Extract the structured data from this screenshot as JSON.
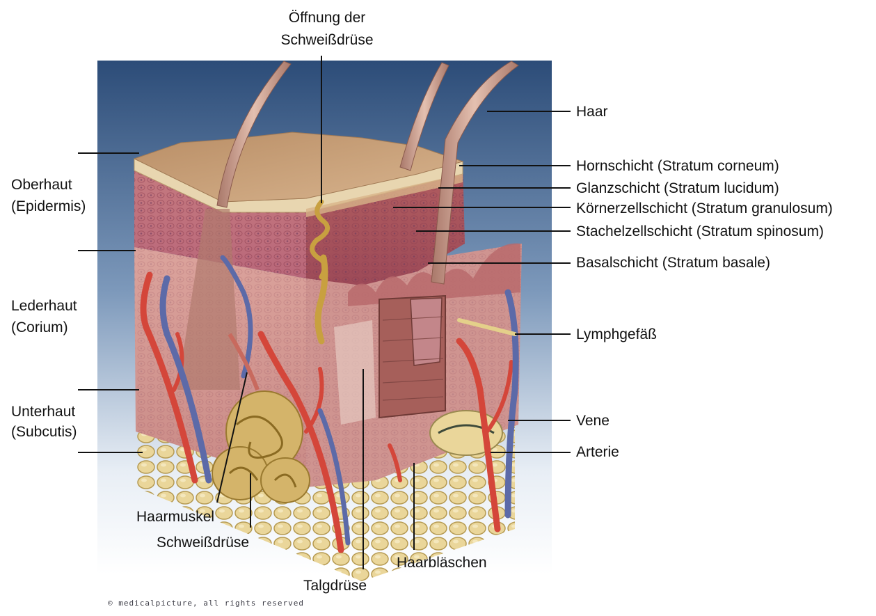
{
  "labels": {
    "top_title_1": "Öffnung der",
    "top_title_2": "Schweißdrüse",
    "oberhaut_1": "Oberhaut",
    "oberhaut_2": "(Epidermis)",
    "lederhaut_1": "Lederhaut",
    "lederhaut_2": "(Corium)",
    "unterhaut_1": "Unterhaut",
    "unterhaut_2": "(Subcutis)",
    "haar": "Haar",
    "hornschicht": "Hornschicht (Stratum corneum)",
    "glanzschicht": "Glanzschicht (Stratum lucidum)",
    "koernerzellschicht": "Körnerzellschicht (Stratum granulosum)",
    "stachelzellschicht": "Stachelzellschicht (Stratum spinosum)",
    "basalschicht": "Basalschicht (Stratum basale)",
    "lymphgefaess": "Lymphgefäß",
    "vene": "Vene",
    "arterie": "Arterie",
    "haarmuskel": "Haarmuskel",
    "schweissdruese": "Schweißdrüse",
    "talgdruese": "Talgdrüse",
    "haarblaeschen": "Haarbläschen"
  },
  "copyright": "© medicalpicture, all rights reserved",
  "colors": {
    "background_top": "#2c4c78",
    "background_bottom": "#ffffff",
    "skin_surface": "#c9a07a",
    "epidermis": "#c97a7e",
    "dermis": "#d99a96",
    "fat": "#e6d08c",
    "artery": "#d4463a",
    "vein": "#5c6aa8",
    "hair": "#c49a8a",
    "leader_line": "#111111"
  }
}
